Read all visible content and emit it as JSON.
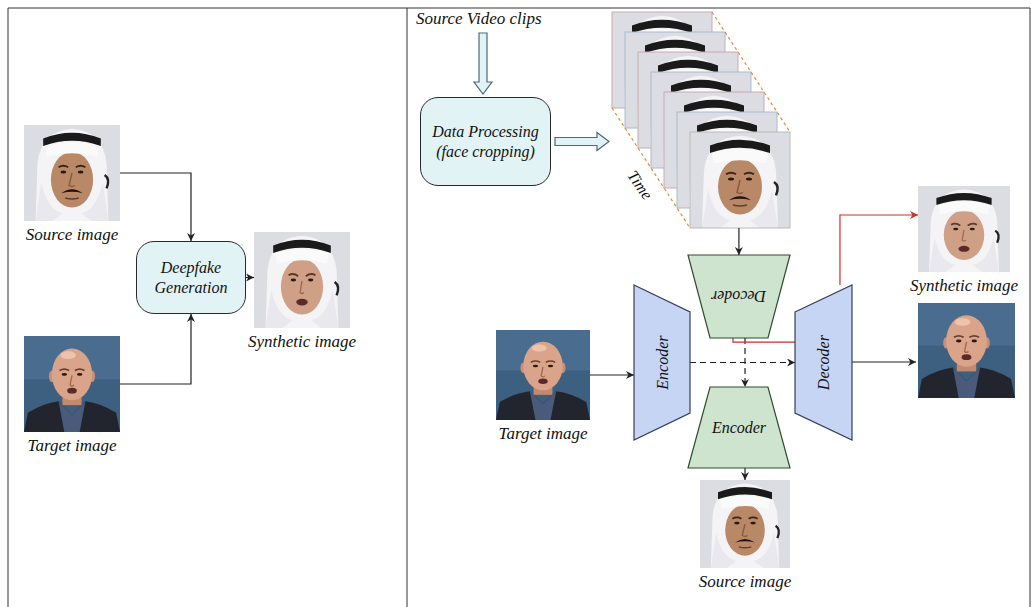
{
  "diagram": {
    "nodes": [
      {
        "text": [
          "Source image"
        ]
      },
      {
        "text": [
          "Target image"
        ]
      },
      {
        "text": [
          "Deepfake Generation"
        ]
      },
      {
        "text": [
          "Synthetic image"
        ]
      },
      {
        "text": [
          "Data Processing (face cropping)"
        ]
      },
      {
        "text": [
          "Time"
        ]
      },
      {
        "text": [
          "Decoder"
        ]
      },
      {
        "text": [
          "Target image"
        ]
      },
      {
        "text": [
          "Encoder"
        ]
      },
      {
        "text": [
          "Decoder"
        ]
      },
      {
        "text": [
          "Encoder"
        ]
      },
      {
        "text": [
          "Synthetic image"
        ]
      },
      {
        "text": [
          "Source image"
        ]
      }
    ],
    "edges": [
      {
        "from": 0,
        "to": 2,
        "arrow": "to"
      },
      {
        "from": 1,
        "to": 2,
        "arrow": "to"
      },
      {
        "from": 2,
        "to": 3,
        "arrow": "to"
      },
      {
        "from": 4,
        "to": 5,
        "arrow": "to"
      },
      {
        "from": 5,
        "to": 6,
        "arrow": "to"
      },
      {
        "from": 7,
        "to": 8,
        "arrow": "to"
      },
      {
        "from": 8,
        "to": 9,
        "arrow": "to"
      },
      {
        "from": 6,
        "to": 10,
        "arrow": "to"
      },
      {
        "from": 10,
        "to": 12,
        "arrow": "to"
      },
      {
        "from": 6,
        "to": 9,
        "arrow": "none"
      },
      {
        "from": 9,
        "to": 11,
        "arrow": "to"
      }
    ],
    "labels": [
      "Source Video clips"
    ]
  }
}
